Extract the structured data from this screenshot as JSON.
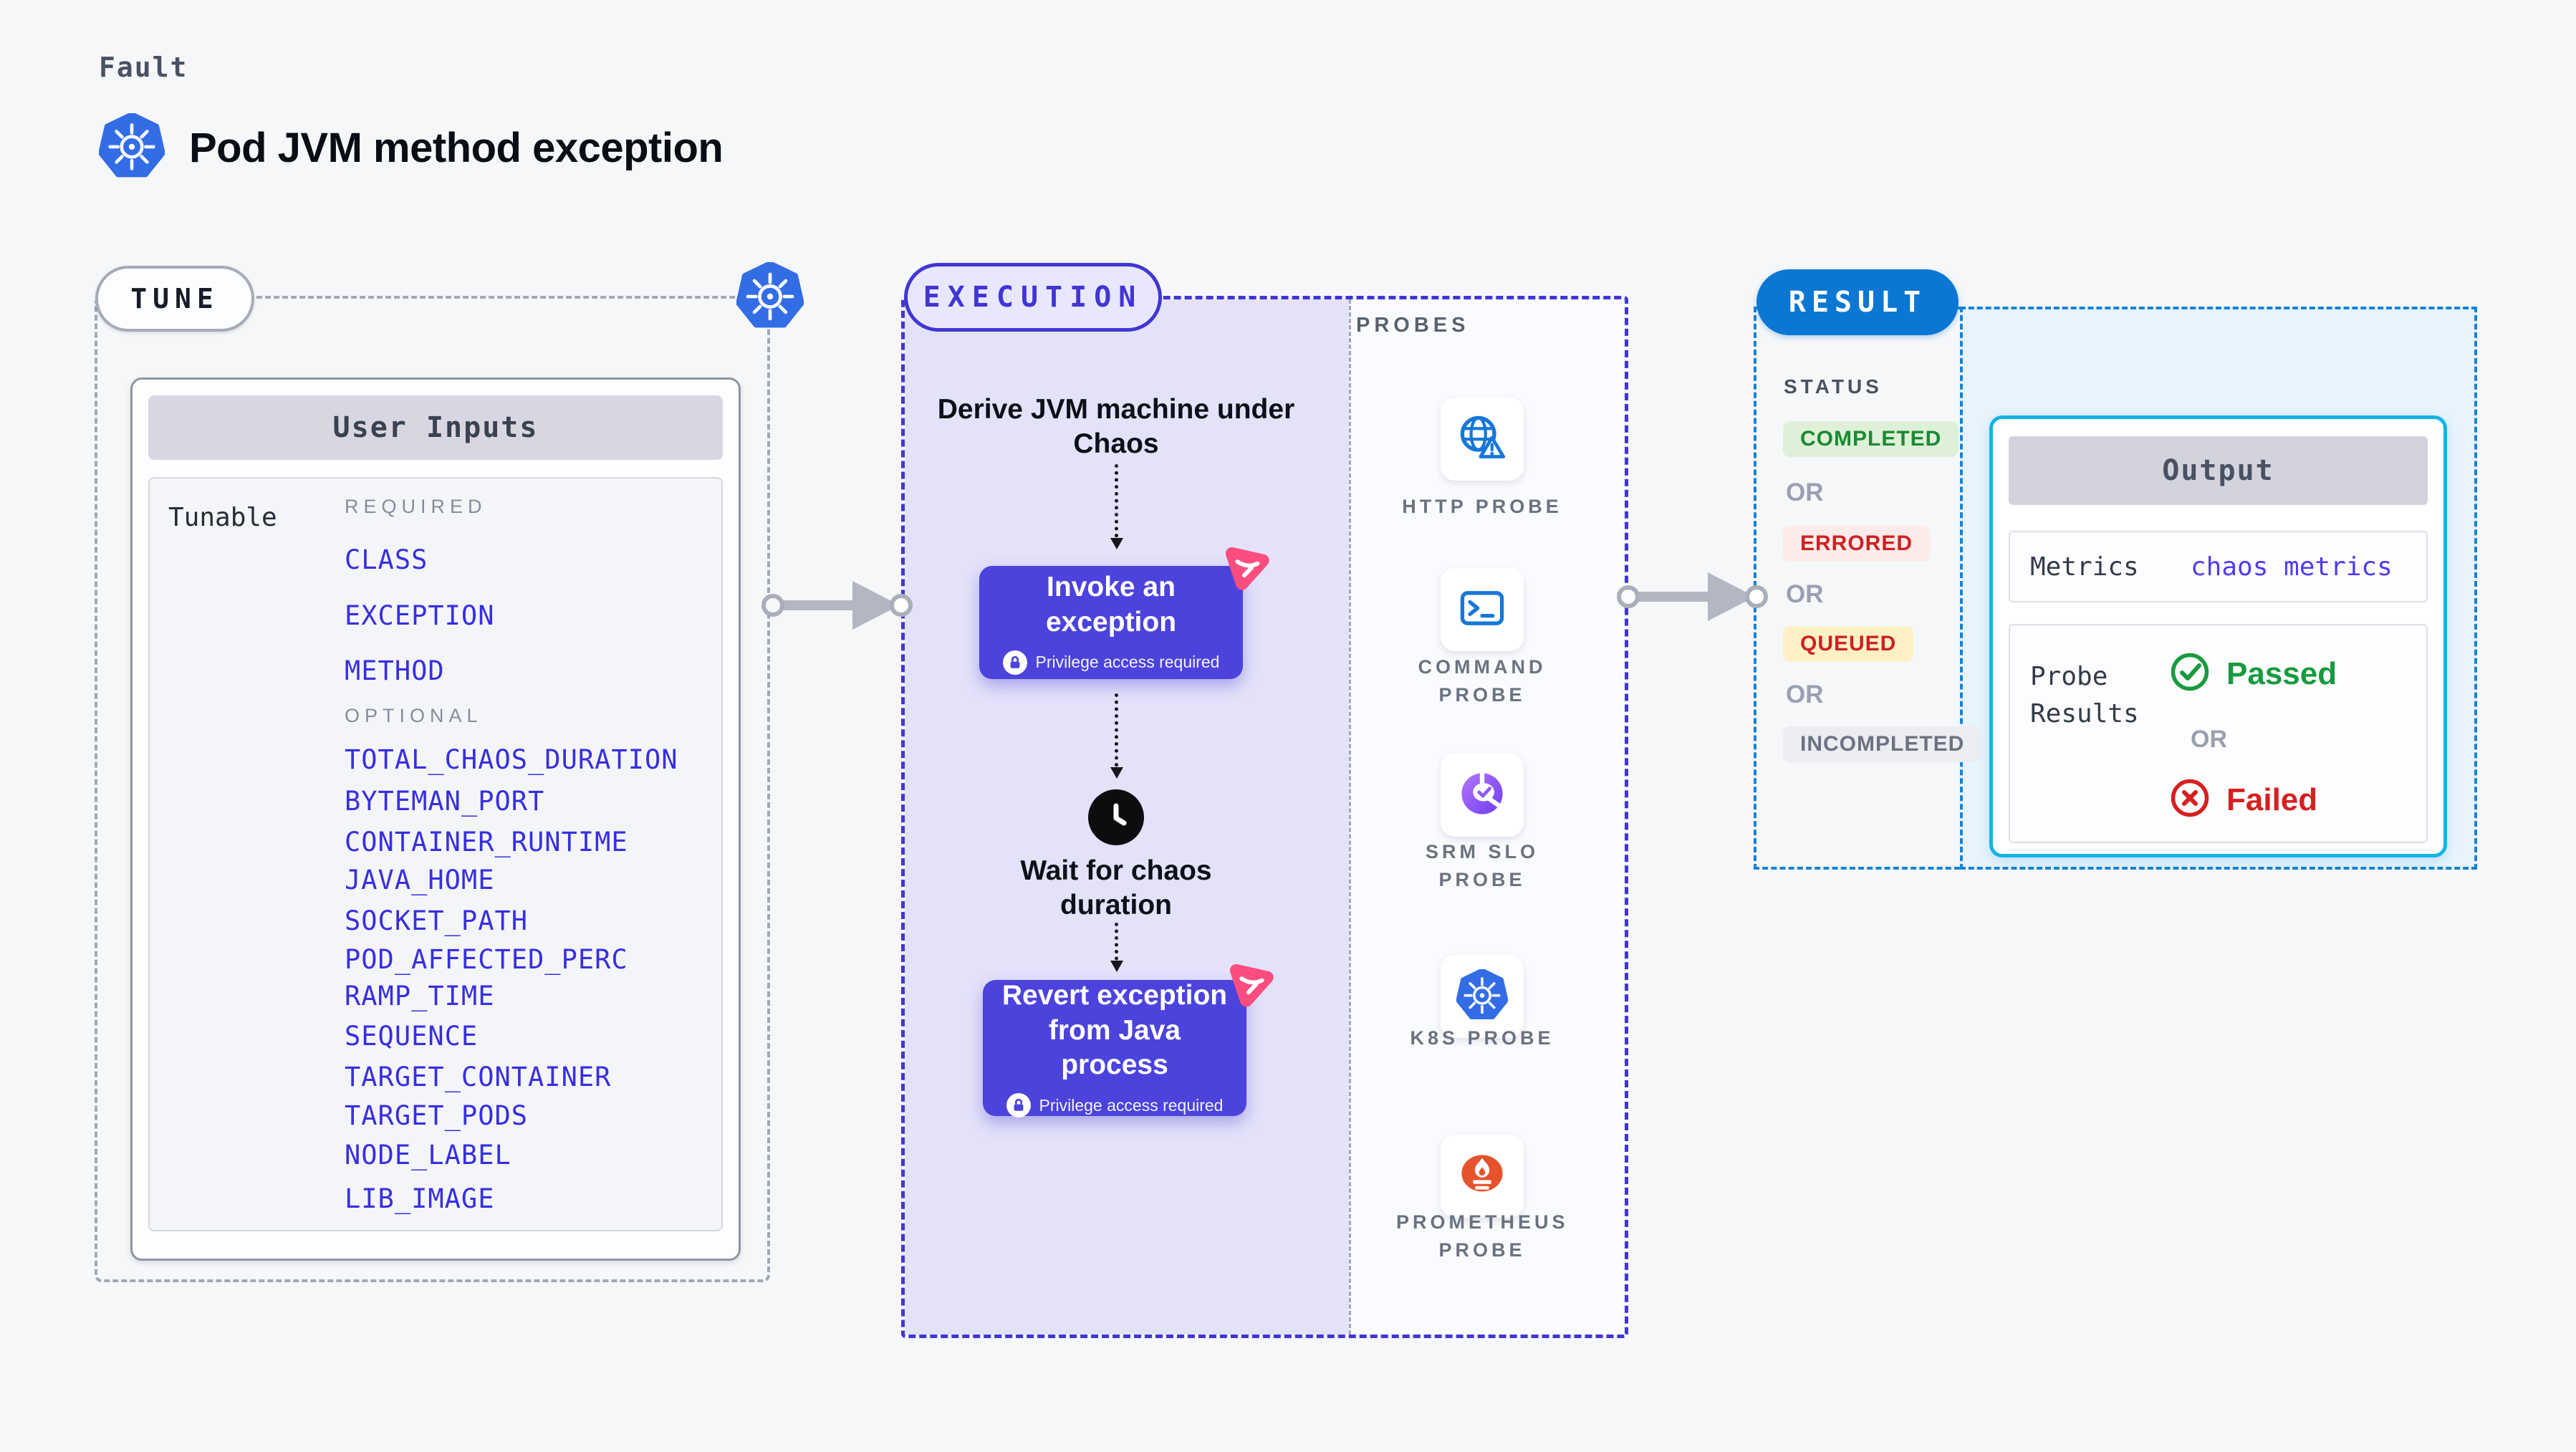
{
  "header": {
    "kicker": "Fault",
    "title": "Pod JVM method exception"
  },
  "tune": {
    "badge": "TUNE",
    "card_title": "User Inputs",
    "row_label": "Tunable",
    "required_label": "REQUIRED",
    "optional_label": "OPTIONAL",
    "required": [
      "CLASS",
      "EXCEPTION",
      "METHOD"
    ],
    "optional": [
      "TOTAL_CHAOS_DURATION",
      "BYTEMAN_PORT",
      "CONTAINER_RUNTIME",
      "JAVA_HOME",
      "SOCKET_PATH",
      "POD_AFFECTED_PERC",
      "RAMP_TIME",
      "SEQUENCE",
      "TARGET_CONTAINER",
      "TARGET_PODS",
      "NODE_LABEL",
      "LIB_IMAGE"
    ]
  },
  "execution": {
    "badge": "EXECUTION",
    "derive_label": "Derive JVM machine under Chaos",
    "invoke_label": "Invoke an exception",
    "wait_label": "Wait for chaos duration",
    "revert_label": "Revert exception from Java process",
    "privilege_label": "Privilege access required"
  },
  "probes": {
    "label": "PROBES",
    "items": [
      "HTTP PROBE",
      "COMMAND PROBE",
      "SRM SLO PROBE",
      "K8S PROBE",
      "PROMETHEUS PROBE"
    ]
  },
  "result": {
    "badge": "RESULT",
    "status_label": "STATUS",
    "or_label": "OR",
    "statuses": [
      "COMPLETED",
      "ERRORED",
      "QUEUED",
      "INCOMPLETED"
    ],
    "output": {
      "title": "Output",
      "metrics_label": "Metrics",
      "metrics_value": "chaos metrics",
      "probe_results_label": "Probe Results",
      "passed_label": "Passed",
      "failed_label": "Failed"
    }
  },
  "colors": {
    "accent_indigo": "#4136d4",
    "button_indigo": "#4b43dc",
    "tunable_blue": "#372fe0",
    "result_blue": "#0b77d2",
    "output_cyan": "#14b3e4",
    "passed_green": "#189a3e",
    "failed_red": "#d62020",
    "k8s_blue": "#326de6",
    "prometheus_orange": "#e6522c",
    "chaos_pink": "#fb4d7e",
    "execution_bg": "#e4e2f9",
    "output_bg": "#e7f4fd"
  }
}
